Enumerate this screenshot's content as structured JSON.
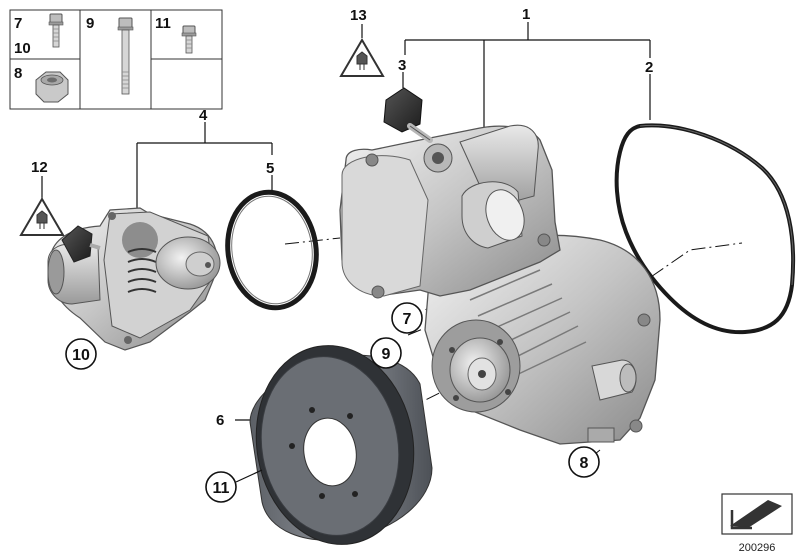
{
  "parts_box": {
    "cells": [
      {
        "labels": [
          "7",
          "10"
        ],
        "part": "hex-bolt-short"
      },
      {
        "labels": [
          "9"
        ],
        "part": "hex-bolt-long"
      },
      {
        "labels": [
          "11"
        ],
        "part": "hex-bolt-small"
      },
      {
        "labels": [
          "8"
        ],
        "part": "hex-nut"
      }
    ]
  },
  "labels": {
    "l1": "1",
    "l2": "2",
    "l3": "3",
    "l4": "4",
    "l5": "5",
    "l6": "6",
    "l12": "12",
    "l13": "13"
  },
  "callouts": {
    "c7": "7",
    "c8": "8",
    "c9": "9",
    "c10": "10",
    "c11": "11"
  },
  "nav_icon": "arrow-return-icon",
  "diagram_number": "200296",
  "colors": {
    "metal_light": "#e6e6e6",
    "metal_mid": "#b3b3b3",
    "metal_dark": "#6e6e6e",
    "pulley": "#6b6f75",
    "seal": "#1a1a1a"
  }
}
